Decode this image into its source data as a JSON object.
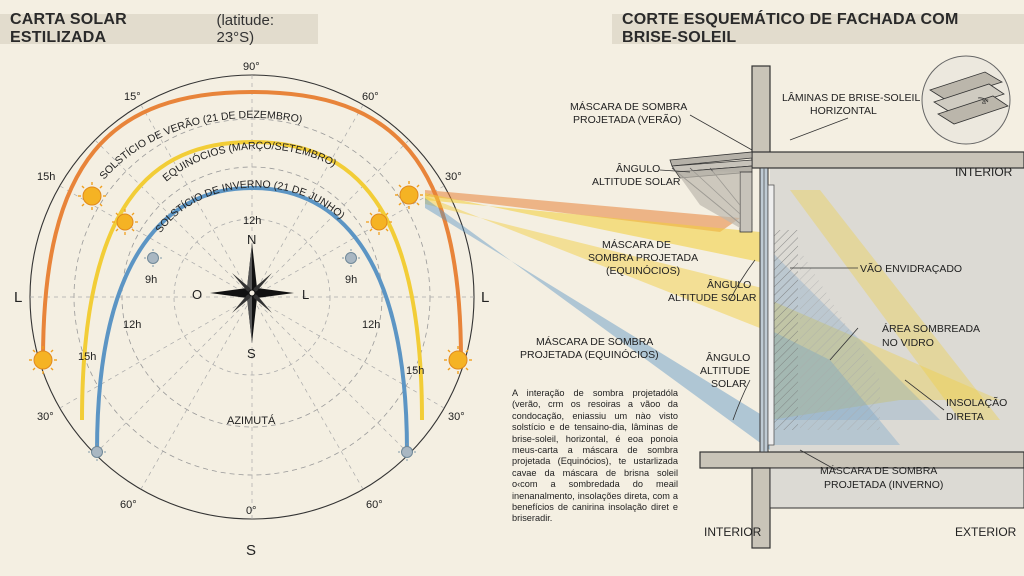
{
  "header_left": {
    "main": "CARTA SOLAR ESTILIZADA",
    "sub": "(latitude: 23°S)"
  },
  "header_right": {
    "main": "CORTE ESQUEMÁTICO DE FACHADA COM BRISE-SOLEIL"
  },
  "solar_chart": {
    "arc_labels": {
      "summer": "SOLSTÍCIO DE VERÃO (21 DE DEZEMBRO)",
      "equinox": "EQUINÓCIOS (MARÇO/SETEMBRO)",
      "winter": "SOLSTÍCIO DE INVERNO (21 DE JUNHO)"
    },
    "angles": {
      "top": "90°",
      "tl15": "15°",
      "tr60": "60°",
      "r30": "30°",
      "l30": "30°",
      "rb30": "30°",
      "bl60": "60°",
      "br60": "60°",
      "b0": "0°"
    },
    "hours": {
      "h15_left_top": "15h",
      "h12_top": "12h",
      "h9_left": "9h",
      "h9_right": "9h",
      "h12_left": "12h",
      "h12_right": "12h",
      "h15_left": "15h",
      "h15_right": "15h"
    },
    "cardinals": {
      "left_outer": "L",
      "right_outer": "L",
      "o": "O",
      "l_inner": "L",
      "n": "N",
      "s_inner": "S",
      "s_outer": "S"
    },
    "azimuth": "AZIMUTÁ"
  },
  "section": {
    "labels": {
      "mask_summer": [
        "MÁSCARA DE SOMBRA",
        "PROJETADA (VERÃO)"
      ],
      "blades": [
        "LÂMINAS DE BRISE-SOLEIL",
        "HORIZONTAL"
      ],
      "interior_top": "INTERIOR",
      "angle_1": [
        "ÂNGULO",
        "ALTITUDE SOLAR"
      ],
      "mask_equinox_1": [
        "MÁSCARA DE",
        "SOMBRA PROJETADA",
        "(EQUINÓCIOS)"
      ],
      "angle_2": [
        "ÂNGULO",
        "ALTITUDE SOLAR"
      ],
      "glazing": "VÃO ENVIDRAÇADO",
      "mask_equinox_2": [
        "MÁSCARA DE SOMBRA",
        "PROJETADA (EQUINÓCIOS)"
      ],
      "shaded_area": [
        "ÁREA SOMBREADA",
        "NO VIDRO"
      ],
      "angle_3": [
        "ÂNGULO",
        "ALTITUDE",
        "SOLAR"
      ],
      "insolation": [
        "INSOLAÇÃO",
        "DIRETA"
      ],
      "mask_winter": [
        "MÁSCARA DE SOMBRA",
        "PROJETADA (INVERNO)"
      ],
      "interior_bottom": "INTERIOR",
      "exterior": "EXTERIOR"
    },
    "paragraph": "A interação de sombra projetadóla (verão, crm os resoiras a vãoo da condocação, eniassiu um nào visto solstício e de tensaino-dia, lâminas de brise-soleil, horizontal, é eoa ponoia meus-carta a máscara de sombra projetada (Equinócios), te ustarlizada cavae da máscara de brisna soleil o‹com a sombredada do meail inenanalmento, insolações direta, com a benefícios de canirina insolação diret e briseradir.",
    "colors": {
      "summer": "#e8843a",
      "equinox": "#f2cd37",
      "winter": "#5c95c4"
    }
  }
}
